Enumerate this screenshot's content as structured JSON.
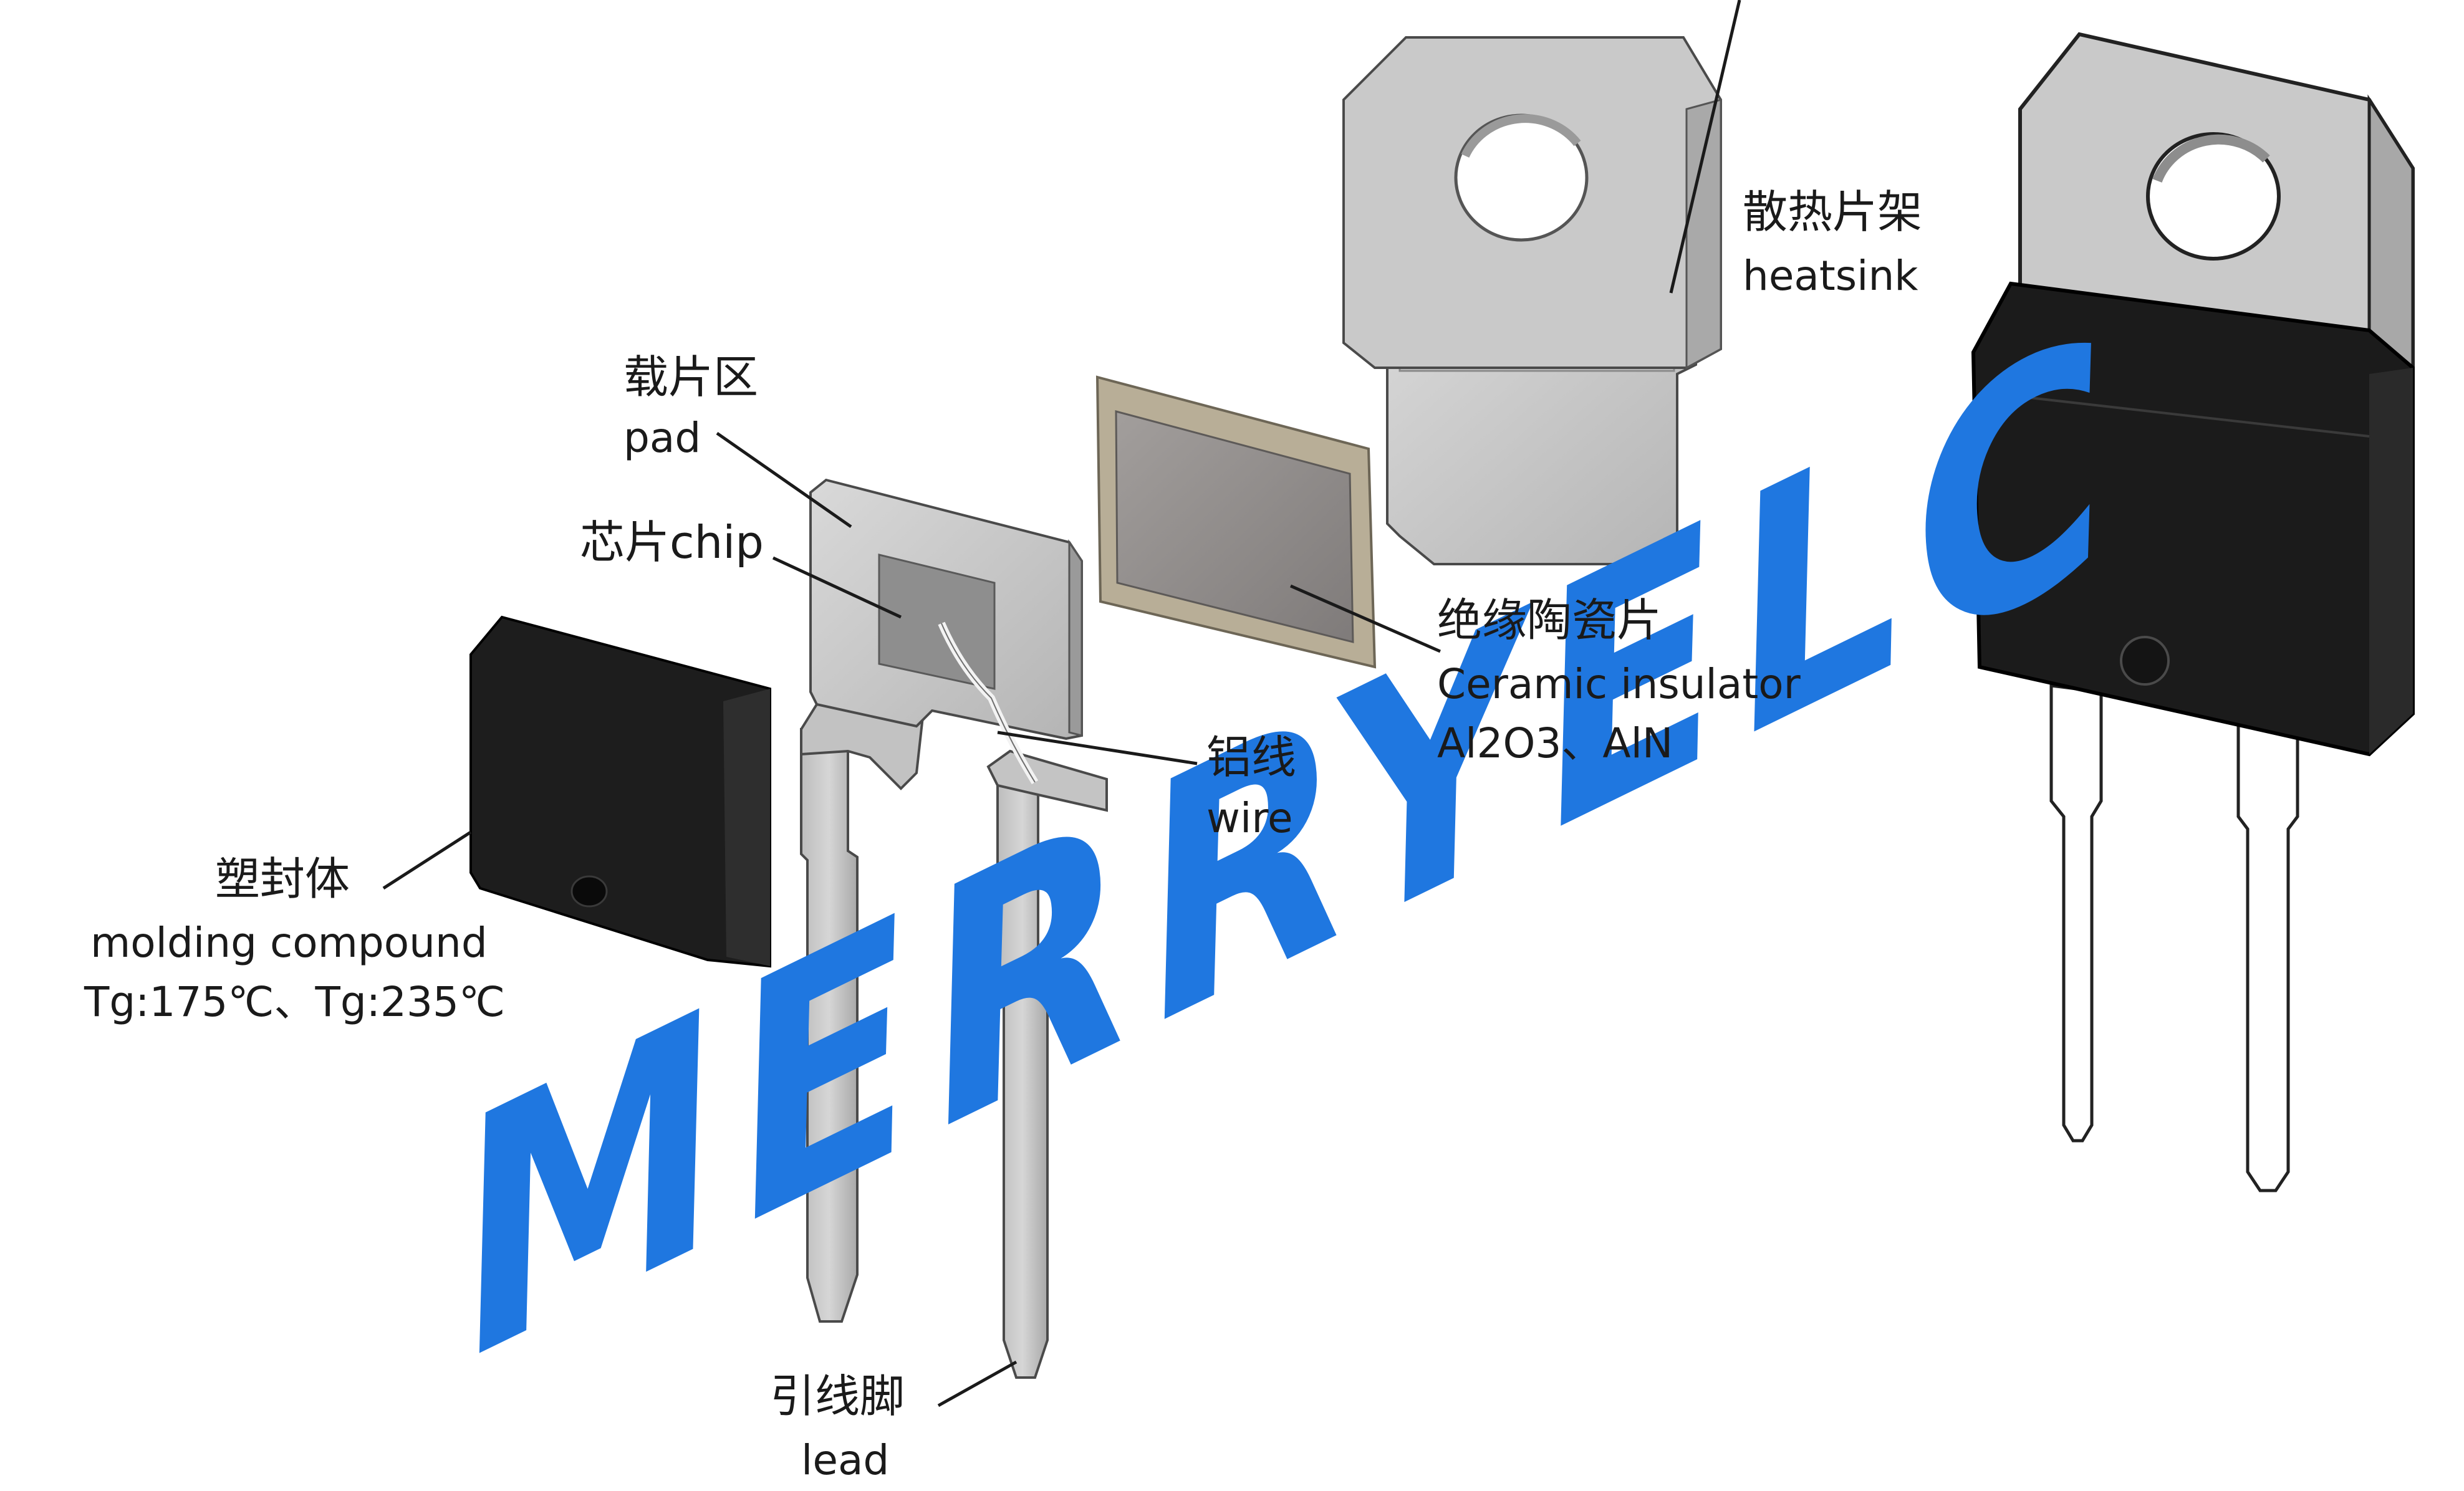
{
  "labels": {
    "heatsink_cn": "散热片架",
    "heatsink_en": "heatsink",
    "pad_cn": "载片区",
    "pad_en": "pad",
    "chip": "芯片chip",
    "insulator_cn": "绝缘陶瓷片",
    "insulator_en": "Ceramic insulator",
    "insulator_material": "Al2O3、AlN",
    "wire_cn": "铝线",
    "wire_en": "wire",
    "molding_cn": "塑封体",
    "molding_en": "molding compound",
    "molding_tg": "Tg:175℃、Tg:235℃",
    "lead_cn": "引线脚",
    "lead_en": "lead"
  },
  "watermark": {
    "text": "MERRYELC",
    "color": "#1f77e0"
  },
  "colors": {
    "metal": "#c8c8c8",
    "metal_dark": "#9e9e9e",
    "molding": "#1e1e1e",
    "ceramic_frame": "#b5ab95",
    "ceramic_face": "#8c8888"
  }
}
